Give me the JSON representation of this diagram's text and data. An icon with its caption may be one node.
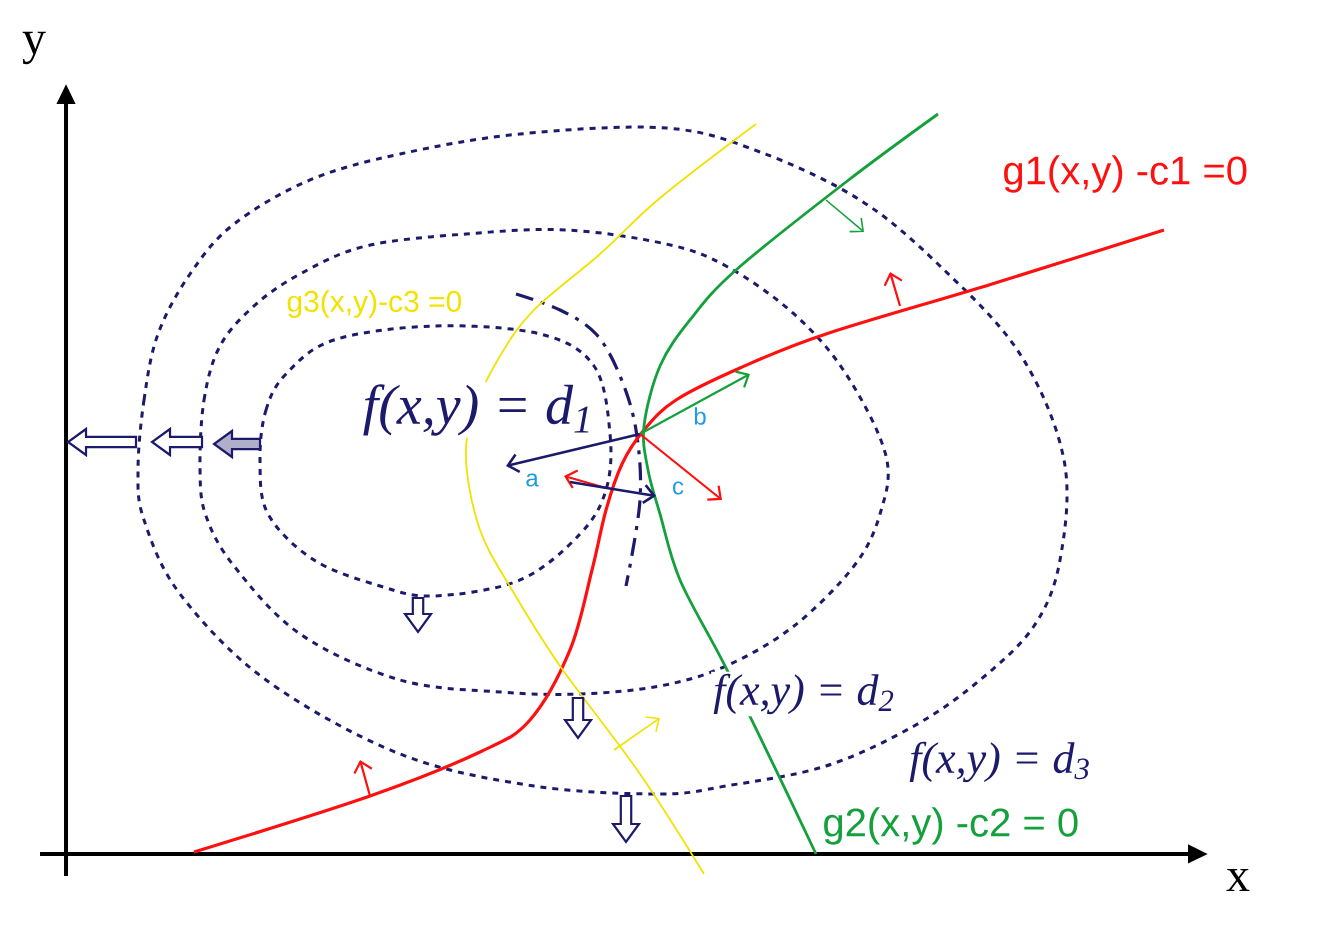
{
  "diagram": {
    "labels": [
      "y",
      "g1(x,y) -c1 =0",
      "g3(x,y)-c3 =0",
      "b",
      "f(x,y) = d$_{1}$",
      "a",
      "c",
      "f(x,y) = d$_{2}$",
      "f(x,y) = d$_{3}$",
      "g2(x,y) -c2 = 0",
      "x"
    ]
  }
}
